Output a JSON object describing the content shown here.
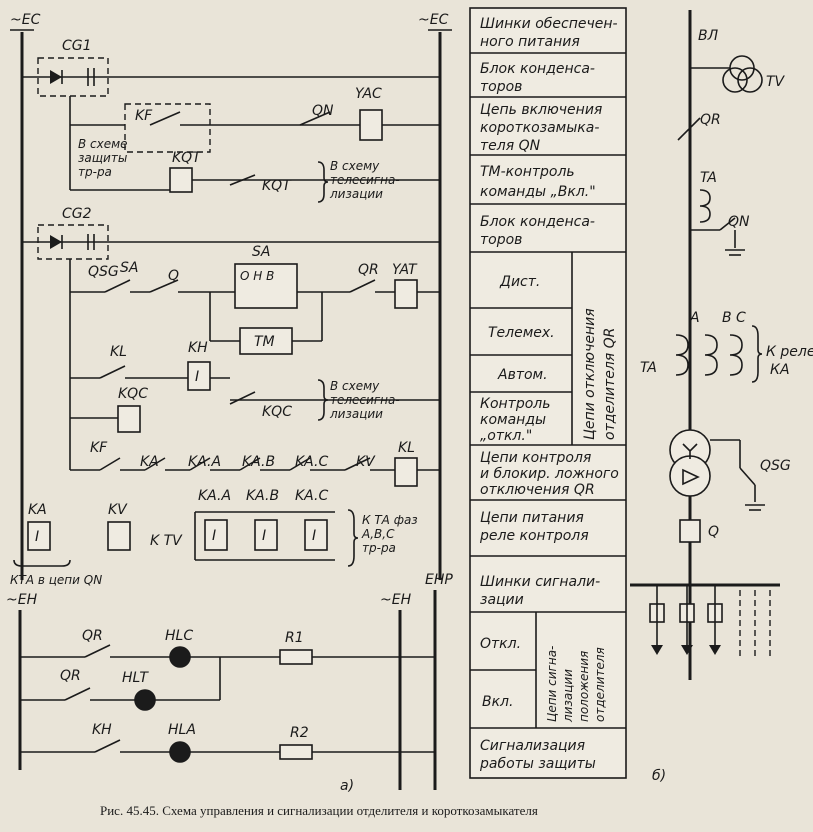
{
  "caption": "Рис. 45.45. Схема управления и сигнализации отделителя и короткозамыкателя",
  "part_a_label": "а)",
  "part_b_label": "б)",
  "buses": {
    "ec_left": "~EC",
    "ec_right": "~EC",
    "eh_left": "~EH",
    "eh_right": "~EH",
    "ehp": "EHP"
  },
  "components": {
    "cg1": "CG1",
    "cg2": "CG2",
    "kf": "KF",
    "qn": "QN",
    "yac": "YAC",
    "kqt": "KQT",
    "kqt2": "KQT",
    "sa": "SA",
    "sa_pos": "O H B",
    "qsg": "QSG",
    "q": "Q",
    "qr": "QR",
    "yat": "YAT",
    "tm": "TM",
    "kl": "KL",
    "kh": "KH",
    "i1": "I",
    "kqc": "KQC",
    "kqc2": "KQC",
    "kf2": "KF",
    "ka": "KA",
    "kaa": "KA.A",
    "kab": "KA.B",
    "kac": "KA.C",
    "kv": "KV",
    "kl2": "KL",
    "ka_coil": "KA",
    "ka_i": "I",
    "kv_coil": "KV",
    "k_tv": "K TV",
    "kaa2": "KA.A",
    "kab2": "KA.B",
    "kac2": "KA.C",
    "i2": "I",
    "i3": "I",
    "i4": "I",
    "qr2": "QR",
    "hlc": "HLC",
    "r1": "R1",
    "qr3": "QR",
    "hlt": "HLT",
    "kh2": "KH",
    "hla": "HLA",
    "r2": "R2"
  },
  "notes": {
    "v_sheme_1": "В схеме",
    "v_sheme_2": "защиты",
    "v_sheme_3": "тр-ра",
    "telesig_a1": "В схему",
    "telesig_a2": "телесигна-",
    "telesig_a3": "лизации",
    "telesig_b1": "В схему",
    "telesig_b2": "телесигна-",
    "telesig_b3": "лизации",
    "kta_1": "К ТА фаз",
    "kta_2": "А,В,С",
    "kta_3": "тр-ра",
    "kta_qn": "КТА в цепи QN"
  },
  "table_rows": [
    "Шинки обеспечен-",
    "ного питания",
    "Блок конденса-",
    "торов",
    "Цепь включения",
    "короткозамыка-",
    "теля QN",
    "ТМ-контроль",
    "команды „Вкл.\"",
    "Блок конденса-",
    "торов",
    "Дист.",
    "Телемех.",
    "Автом.",
    "Контроль",
    "команды",
    "„откл.\"",
    "Цепи отключения",
    "отделителя QR",
    "Цепи контроля",
    "и блокир. ложного",
    "отключения QR",
    "Цепи питания",
    "реле контроля",
    "Шинки сигнали-",
    "зации",
    "Откл.",
    "Вкл.",
    "Цепи сигна-",
    "лизации",
    "положения",
    "отделителя",
    "Сигнализация",
    "работы защиты"
  ],
  "right_diagram": {
    "vl": "ВЛ",
    "tv": "TV",
    "qr": "QR",
    "ta": "TA",
    "qn": "QN",
    "a": "A",
    "bc": "B C",
    "ta2": "TA",
    "k_rele_1": "К реле",
    "k_rele_2": "КА",
    "qsg": "QSG",
    "q": "Q"
  }
}
